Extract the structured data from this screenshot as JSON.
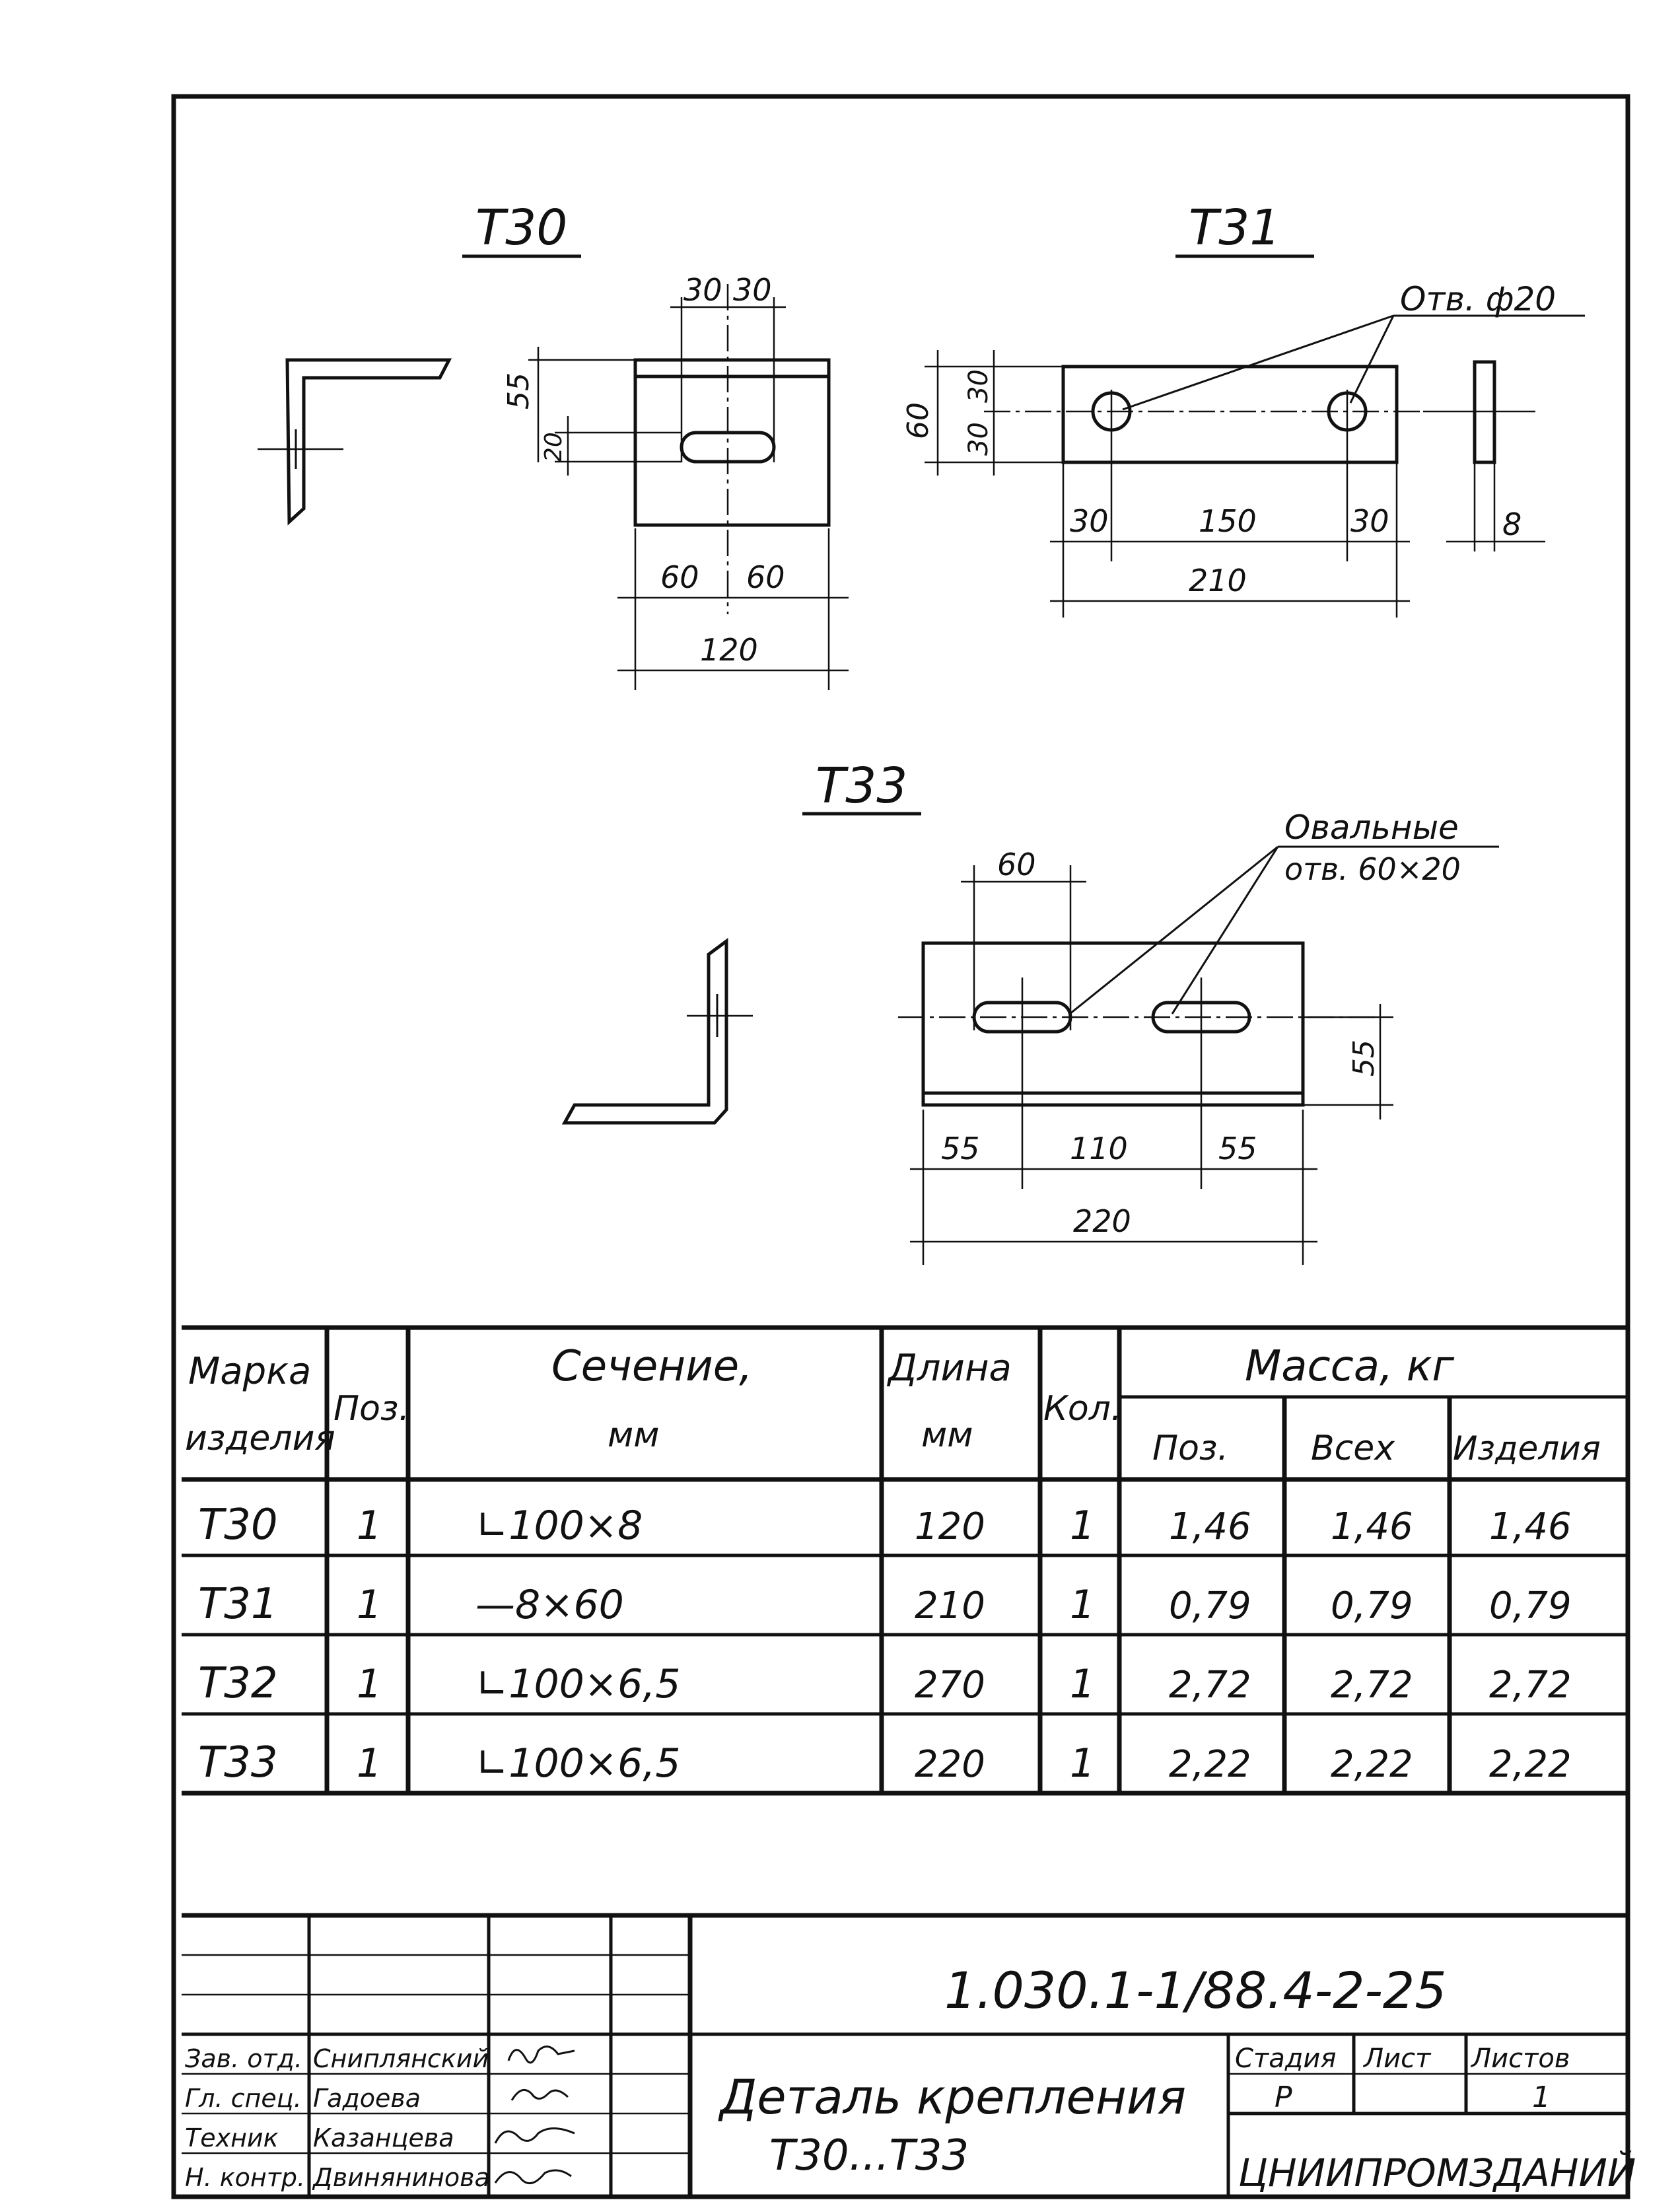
{
  "drawings": {
    "t30": {
      "title": "Т30",
      "dims": {
        "top_left": "30",
        "top_right": "30",
        "left_55": "55",
        "left_20": "20",
        "bottom_left": "60",
        "bottom_right": "60",
        "total": "120"
      }
    },
    "t31": {
      "title": "Т31",
      "hole_note": "Отв. ф20",
      "dims": {
        "height": "60",
        "upper": "30",
        "lower": "30",
        "left": "30",
        "middle": "150",
        "right": "30",
        "total": "210",
        "thickness": "8"
      }
    },
    "t33": {
      "title": "Т33",
      "hole_note_line1": "Овальные",
      "hole_note_line2": "отв. 60×20",
      "dims": {
        "slot": "60",
        "right": "55",
        "bottom_left": "55",
        "bottom_middle": "110",
        "bottom_right": "55",
        "total": "220"
      }
    }
  },
  "table": {
    "headers": {
      "mark": [
        "Марка",
        "изделия"
      ],
      "pos": "Поз.",
      "section": [
        "Сечение,",
        "мм"
      ],
      "length": [
        "Длина",
        "мм"
      ],
      "qty": "Кол.",
      "mass": "Масса, кг",
      "mass_pos": "Поз.",
      "mass_all": "Всех",
      "mass_item": "Изделия"
    },
    "rows": [
      {
        "mark": "Т30",
        "pos": "1",
        "section": "∟100×8",
        "length": "120",
        "qty": "1",
        "mass_pos": "1,46",
        "mass_all": "1,46",
        "mass_item": "1,46"
      },
      {
        "mark": "Т31",
        "pos": "1",
        "section": "—8×60",
        "length": "210",
        "qty": "1",
        "mass_pos": "0,79",
        "mass_all": "0,79",
        "mass_item": "0,79"
      },
      {
        "mark": "Т32",
        "pos": "1",
        "section": "∟100×6,5",
        "length": "270",
        "qty": "1",
        "mass_pos": "2,72",
        "mass_all": "2,72",
        "mass_item": "2,72"
      },
      {
        "mark": "Т33",
        "pos": "1",
        "section": "∟100×6,5",
        "length": "220",
        "qty": "1",
        "mass_pos": "2,22",
        "mass_all": "2,22",
        "mass_item": "2,22"
      }
    ]
  },
  "title_block": {
    "doc_code": "1.030.1-1/88.4-2-25",
    "roles": [
      "Зав. отд.",
      "Гл. спец.",
      "Техник",
      "Н. контр."
    ],
    "names": [
      "Сниплянский",
      "Гадоева",
      "Казанцева",
      "Двиняниновa"
    ],
    "title_line1": "Деталь крепления",
    "title_line2": "Т30...Т33",
    "stage_label": "Стадия",
    "sheet_label": "Лист",
    "sheets_label": "Листов",
    "stage": "Р",
    "sheets": "1",
    "org": "ЦНИИПРОМЗДАНИЙ"
  }
}
